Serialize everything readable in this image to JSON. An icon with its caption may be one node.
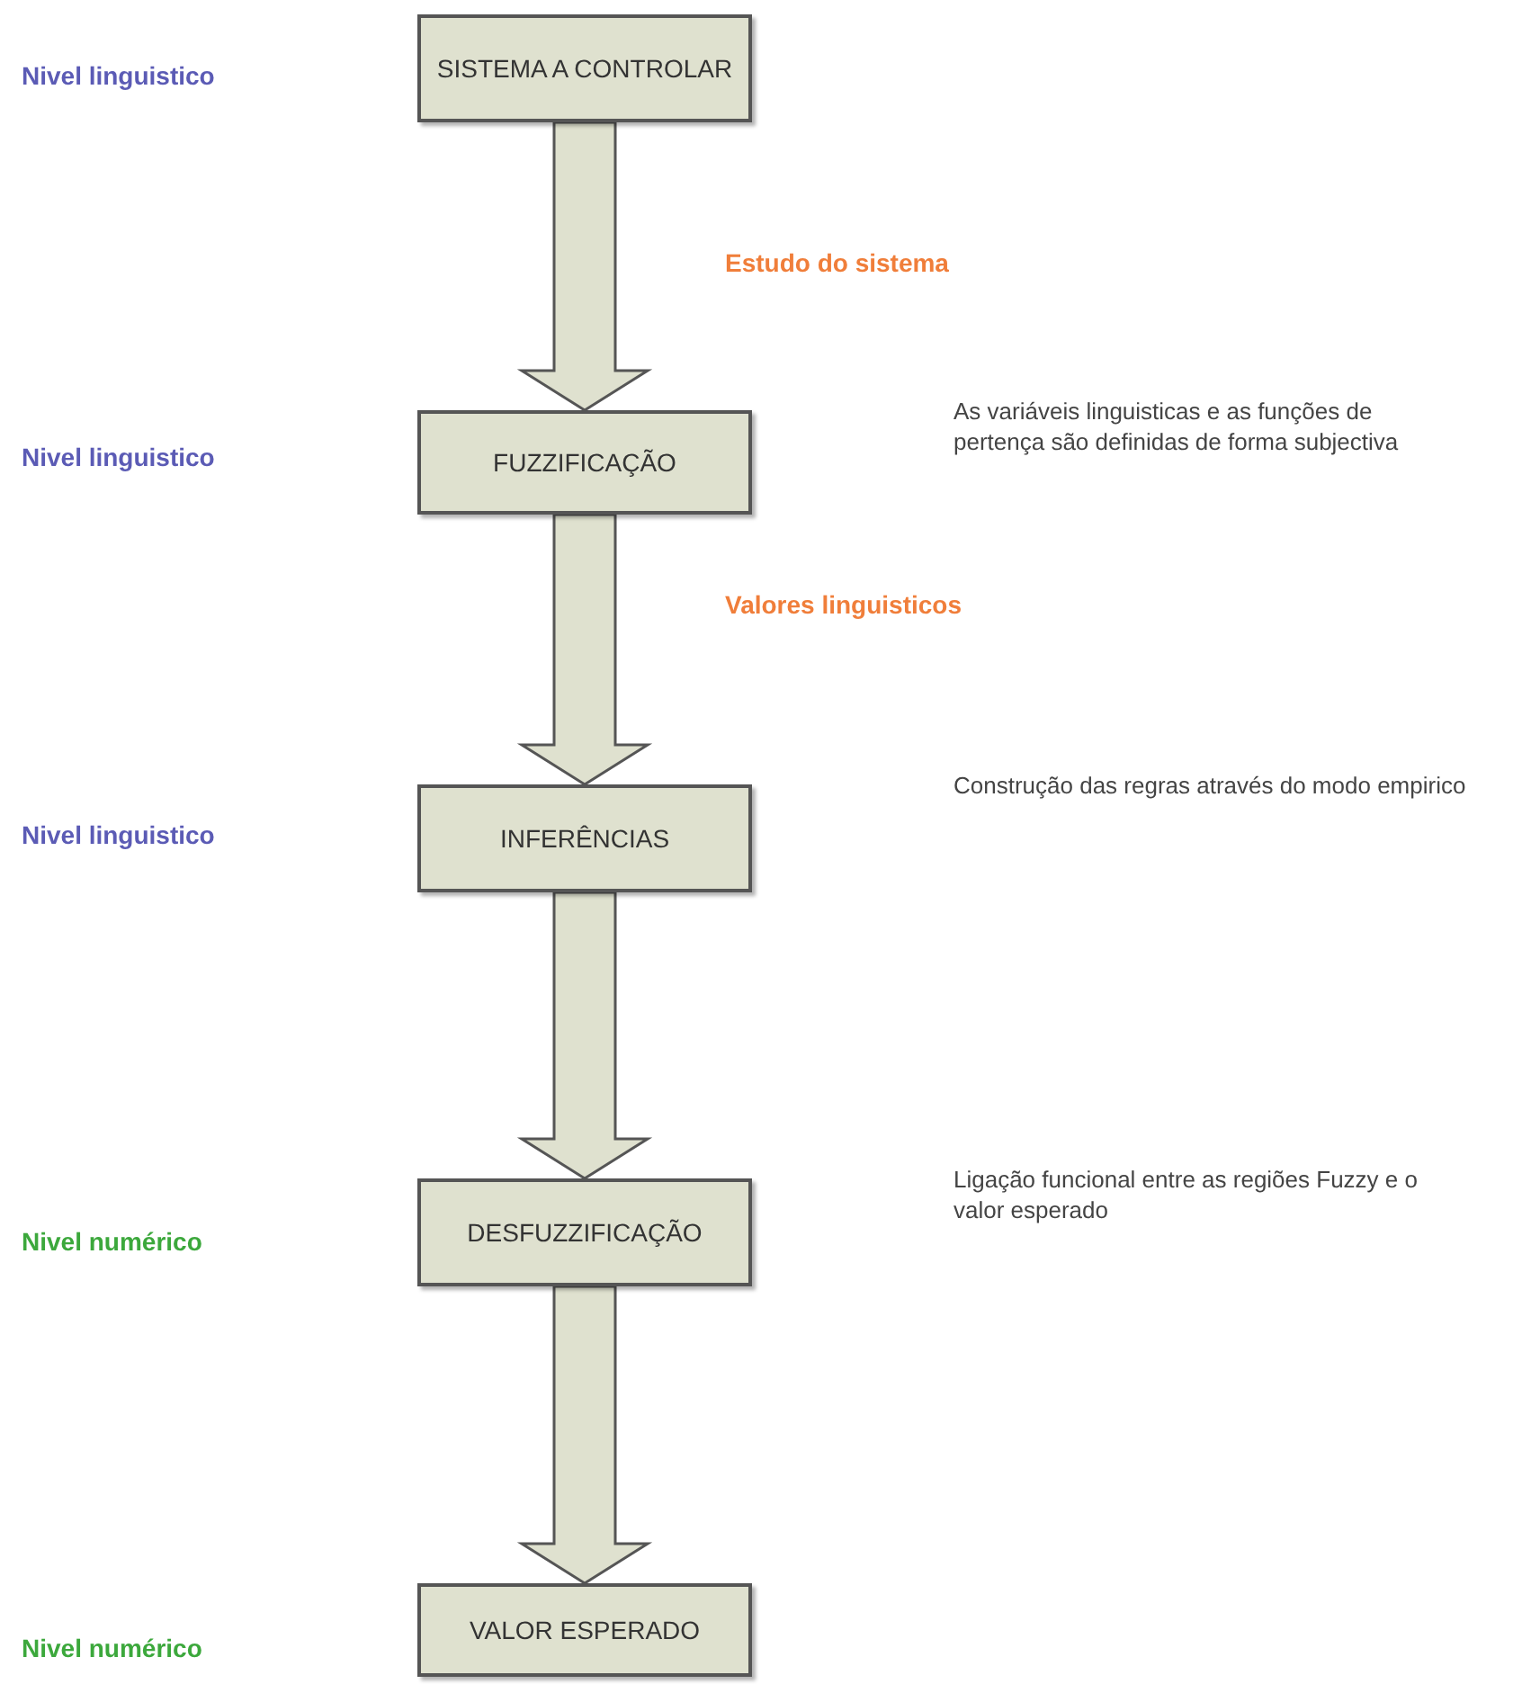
{
  "diagram": {
    "nodes": [
      {
        "text": [
          "SISTEMA A CONTROLAR"
        ]
      },
      {
        "text": [
          "FUZZIFICAÇÃO"
        ]
      },
      {
        "text": [
          "INFERÊNCIAS"
        ]
      },
      {
        "text": [
          "DESFUZZIFICAÇÃO"
        ]
      },
      {
        "text": [
          "VALOR ESPERADO"
        ]
      }
    ],
    "edges": [
      {
        "from": 0,
        "to": 1,
        "arrow": "to"
      },
      {
        "from": 1,
        "to": 2,
        "arrow": "to"
      },
      {
        "from": 2,
        "to": 3,
        "arrow": "to"
      },
      {
        "from": 3,
        "to": 4,
        "arrow": "to"
      }
    ],
    "labels": [
      "Nivel linguistico",
      "Estudo do sistema",
      "Nivel linguistico",
      "As variáveis linguisticas e as funções de pertença são definidas de forma subjectiva",
      "Valores linguisticos",
      "Nivel linguistico",
      "Construção das regras através do modo empirico",
      "Nivel numérico",
      "Ligação funcional entre as regiões Fuzzy e o valor esperado",
      "Nivel numérico"
    ]
  }
}
